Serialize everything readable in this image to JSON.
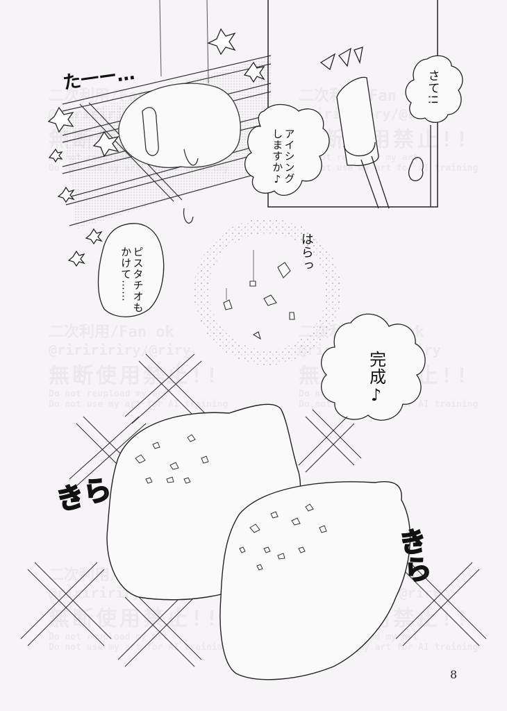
{
  "page": {
    "number": "8",
    "type": "manga page",
    "colors": {
      "paper": "#f6f4f6",
      "ink": "#111111"
    }
  },
  "panels": [
    {
      "id": "panel-1",
      "description": "icing dripping over a cake on a cooling rack"
    },
    {
      "id": "panel-2",
      "description": "spatula with icing"
    },
    {
      "id": "panel-3",
      "description": "pistachio pieces falling"
    },
    {
      "id": "panel-4",
      "description": "finished iced lemon cakes sparkling"
    }
  ],
  "dialogue": {
    "sate": "さて!!",
    "icing": "アイシング\nしますか♪",
    "pistachio": "ピスタチオも\nかけて……",
    "kansei": "完成♪"
  },
  "sfx": {
    "taa": "た一ー…",
    "parara": "はらっ",
    "kira_left": "きら",
    "kira_right": "きら"
  },
  "watermark": {
    "line1": "二次利用/Fan ok",
    "line2": "@ririririry/@riry",
    "line3": "無断使用禁止!!",
    "line4": "Do not reupload my art",
    "line5": "Do not use my art for AI training"
  }
}
